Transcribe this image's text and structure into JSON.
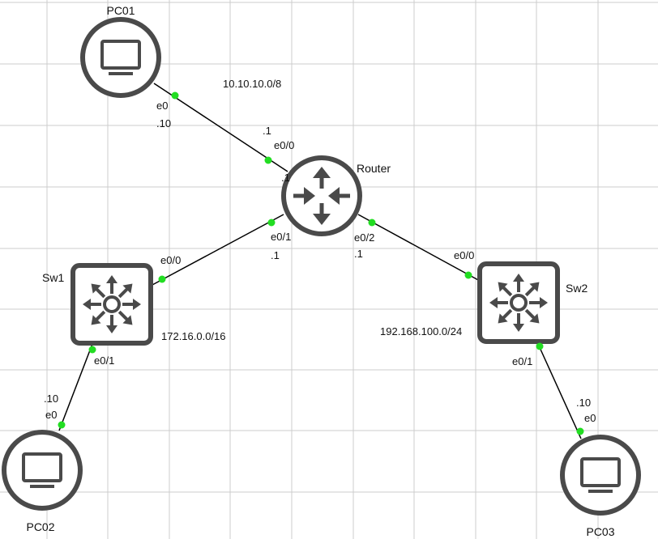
{
  "colors": {
    "background": "#ffffff",
    "grid": "#cccccc",
    "device": "#4a4a4a",
    "link": "#000000",
    "port_dot": "#22dd22",
    "text": "#111111"
  },
  "nodes": {
    "pc01": {
      "name": "PC01",
      "icon": "pc-monitor-icon"
    },
    "router": {
      "name": "Router",
      "icon": "router-arrows-icon"
    },
    "sw1": {
      "name": "Sw1",
      "icon": "multilayer-switch-icon"
    },
    "sw2": {
      "name": "Sw2",
      "icon": "multilayer-switch-icon"
    },
    "pc02": {
      "name": "PC02",
      "icon": "pc-monitor-icon"
    },
    "pc03": {
      "name": "PC03",
      "icon": "pc-monitor-icon"
    }
  },
  "networks": {
    "pc01_router": "10.10.10.0/8",
    "router_sw1": "172.16.0.0/16",
    "router_sw2": "192.168.100.0/24"
  },
  "interfaces": {
    "pc01_port": "e0",
    "pc01_ip": ".10",
    "router_e00_ip": ".1",
    "router_e00_port": "e0/0",
    "router_e00_extra": ".1",
    "router_e01_port": "e0/1",
    "router_e01_ip": ".1",
    "router_e02_port": "e0/2",
    "router_e02_ip": ".1",
    "sw1_uplink_port": "e0/0",
    "sw1_down_port": "e0/1",
    "sw2_uplink_port": "e0/0",
    "sw2_down_port": "e0/1",
    "pc02_ip": ".10",
    "pc02_port": "e0",
    "pc03_ip": ".10",
    "pc03_port": "e0"
  }
}
